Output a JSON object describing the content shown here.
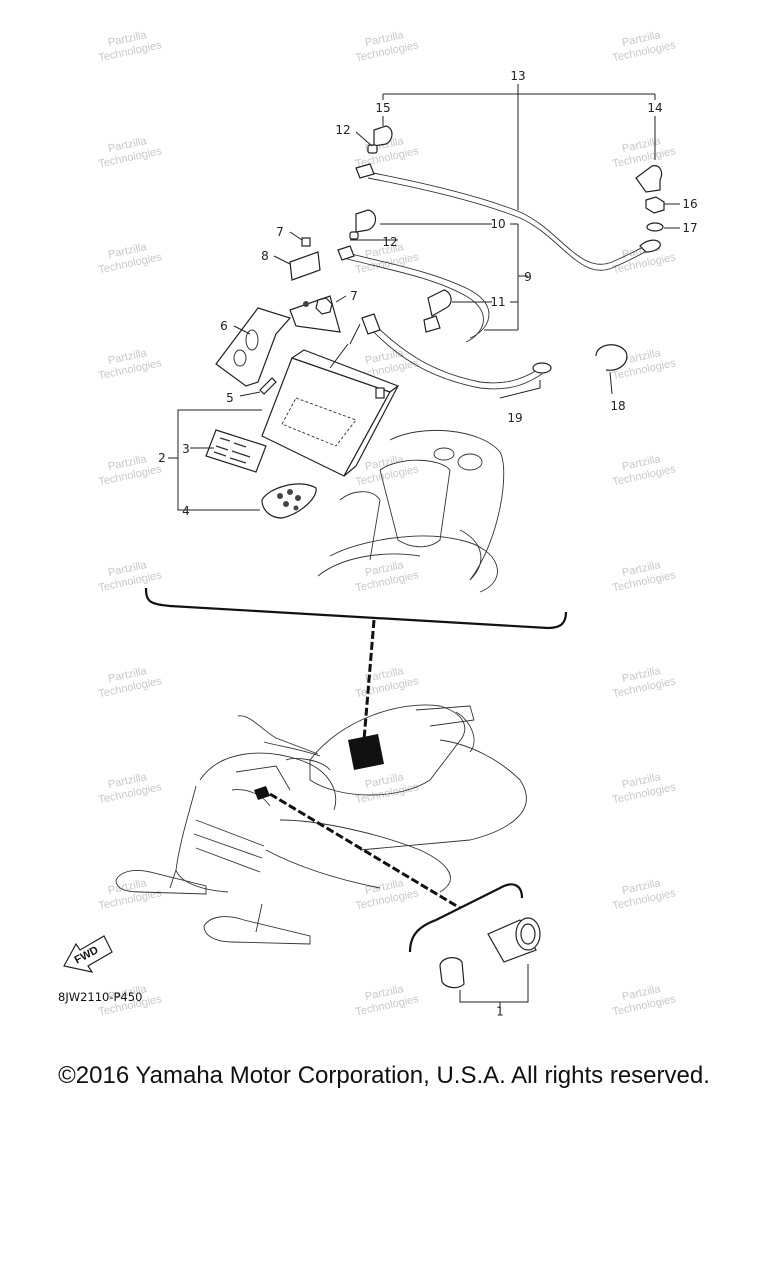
{
  "watermark_text": [
    "Partzilla",
    "Technologies"
  ],
  "callouts": [
    "1",
    "2",
    "3",
    "4",
    "5",
    "6",
    "7",
    "7",
    "8",
    "9",
    "10",
    "11",
    "12",
    "12",
    "13",
    "14",
    "15",
    "16",
    "17",
    "18",
    "19"
  ],
  "drawing_code": "8JW2110-P450",
  "fwd_label": "FWD",
  "copyright": "©2016 Yamaha Motor Corporation, U.S.A. All rights reserved."
}
